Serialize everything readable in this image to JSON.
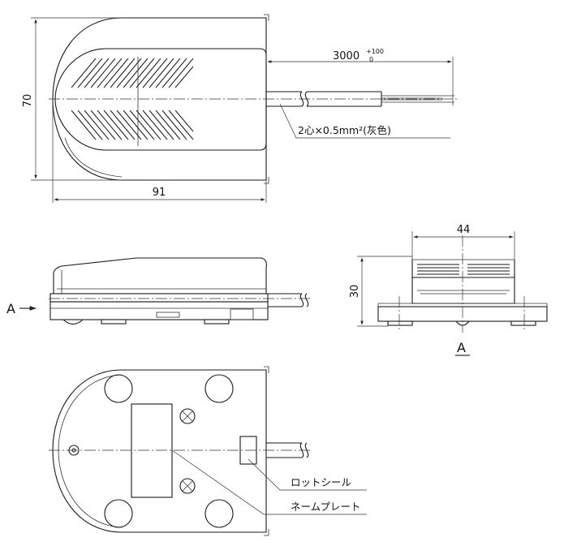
{
  "dimensions": {
    "height_top": "70",
    "width_top": "91",
    "cable_length": "3000",
    "cable_tol_upper": "+100",
    "cable_tol_lower": "0",
    "cable_spec": "2心×0.5mm²(灰色)",
    "front_width": "44",
    "front_height": "30"
  },
  "view_labels": {
    "arrow_label": "A",
    "view_label": "A"
  },
  "callouts": {
    "lot_seal": "ロットシール",
    "name_plate": "ネームプレート"
  }
}
